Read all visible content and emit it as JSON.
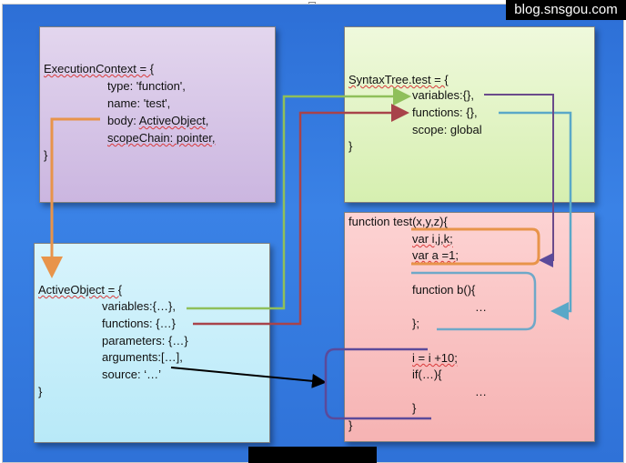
{
  "watermark": "blog.snsgou.com",
  "execution_context": {
    "line1": "ExecutionContext = {",
    "line2": "type: 'function',",
    "line3": "name: 'test',",
    "line4_prefix": "body:  ",
    "line4_link": "ActiveObject",
    "line4_suffix": ",",
    "line5": "scopeChain: pointer,",
    "line6": "}"
  },
  "syntax_tree": {
    "line1": "SyntaxTree.test = {",
    "line2": "variables:{},",
    "line3": "functions: {},",
    "line4": "scope: global",
    "line5": "}"
  },
  "active_object": {
    "line1": "ActiveObject = {",
    "line2": "variables:{…},",
    "line3": "functions: {…}",
    "line4": "parameters: {…}",
    "line5": "arguments:[…],",
    "line6": "source: ‘…’",
    "line7": "}"
  },
  "function_code": {
    "line1": "function test(x,y,z){",
    "line2": "var i,j,k;",
    "line3": "var a =1;",
    "line4": "function b(){",
    "line5": "…",
    "line6": "};",
    "line7": "i = i +10;",
    "line8": "if(…){",
    "line9": "…",
    "line10": "}",
    "line11": "}"
  },
  "colors": {
    "background": "#2f72d8",
    "arrow_orange": "#e8944a",
    "arrow_green": "#8fbf5a",
    "arrow_red": "#a8434a",
    "arrow_teal": "#5aa8c8",
    "arrow_black": "#000000",
    "bracket_purple": "#5b4a9a",
    "bracket_teal": "#6fa8c8",
    "bracket_orange": "#e8944a"
  }
}
